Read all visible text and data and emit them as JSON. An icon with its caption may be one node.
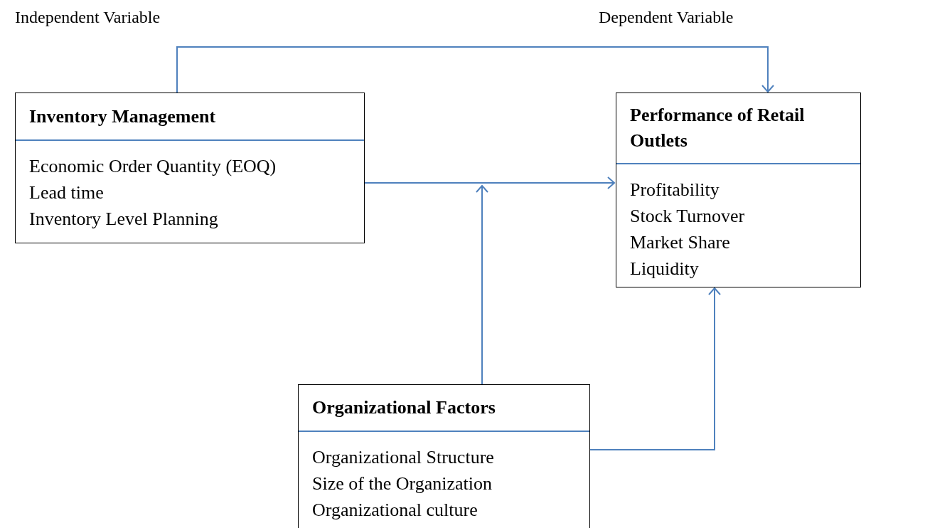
{
  "diagram": {
    "nodes": [
      {
        "text": [
          "Inventory Management",
          "Economic Order Quantity (EOQ)",
          "Lead time",
          "Inventory Level Planning"
        ]
      },
      {
        "text": [
          "Performance of Retail Outlets",
          "Profitability",
          "Stock Turnover",
          "Market Share",
          "Liquidity"
        ]
      },
      {
        "text": [
          "Organizational Factors",
          "Organizational Structure",
          "Size of the Organization",
          "Organizational culture"
        ]
      }
    ],
    "edges": [
      {
        "from": 0,
        "to": 1,
        "arrow": "to"
      },
      {
        "from": 0,
        "to": 1,
        "arrow": "to"
      },
      {
        "from": 2,
        "to": null,
        "arrow": "to"
      },
      {
        "from": 2,
        "to": 1,
        "arrow": "to"
      }
    ],
    "labels": [
      "Independent Variable",
      "Dependent Variable"
    ]
  }
}
